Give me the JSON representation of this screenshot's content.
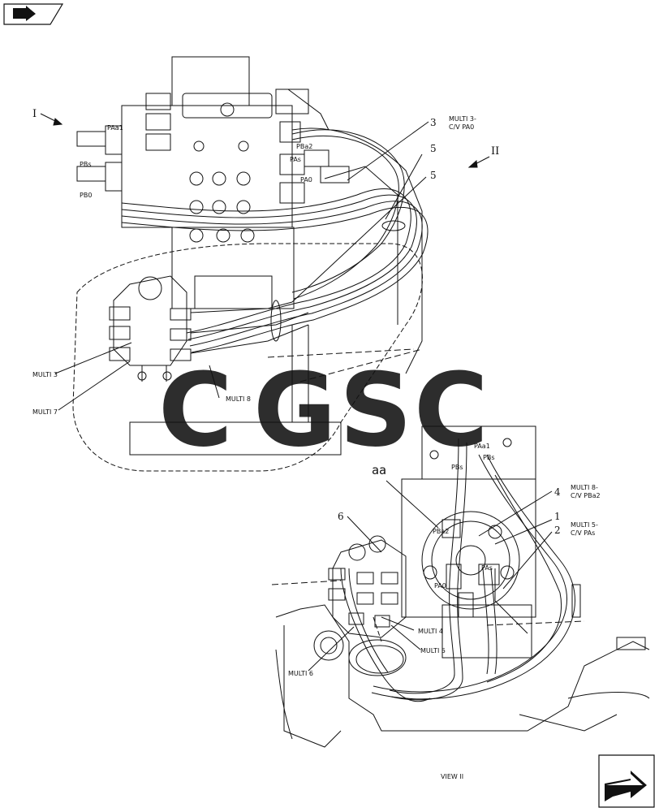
{
  "views": {
    "view_label": "VIEW II",
    "roman_1": "I",
    "roman_2": "II"
  },
  "callouts": [
    {
      "id": "3a",
      "text": "3"
    },
    {
      "id": "5a",
      "text": "5"
    },
    {
      "id": "5b",
      "text": "5"
    },
    {
      "id": "4",
      "text": "4"
    },
    {
      "id": "1",
      "text": "1"
    },
    {
      "id": "2",
      "text": "2"
    },
    {
      "id": "6",
      "text": "6"
    }
  ],
  "labels": {
    "multi3_cv_line1": "MULTI 3-",
    "multi3_cv_line2": "C/V PA0",
    "multi8_cv_line1": "MULTI 8-",
    "multi8_cv_line2": "C/V PBa2",
    "multi5_cv_line1": "MULTI 5-",
    "multi5_cv_line2": "C/V PAs",
    "multi3": "MULTI 3",
    "multi7": "MULTI 7",
    "multi8": "MULTI 8",
    "multi4": "MULTI 4",
    "multi5": "MULTI 5",
    "multi6": "MULTI 6",
    "aa": "aa"
  },
  "port_labels": {
    "pa1": "PAa1",
    "pbs": "PBs",
    "pb0": "PB0",
    "pba2": "PBa2",
    "pas": "PAs",
    "pa0": "PA0",
    "pa1_b": "PAa1",
    "pbs_b": "PBs",
    "pba2_b": "PBa2",
    "pas_b": "PAs",
    "pa0_b": "PA0",
    "pbs_c": "PBs"
  },
  "watermark": {
    "letters": [
      "C",
      "G",
      "S",
      "C"
    ],
    "colors": [
      "#5b9cf5",
      "#f07f74",
      "#f7d15a",
      "#5fbf8f"
    ]
  },
  "nav": {
    "prev_icon": "back-arrow-icon",
    "next_icon": "forward-arrow-icon"
  }
}
